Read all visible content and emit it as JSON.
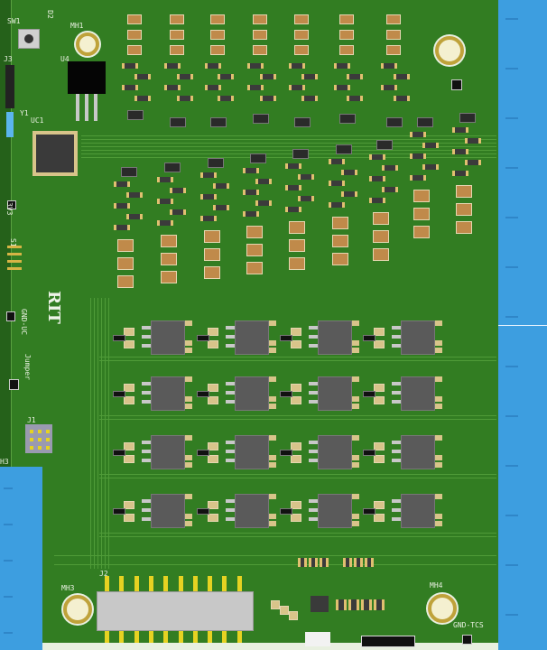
{
  "board": {
    "colors": {
      "solder_mask": "#327d22",
      "connector": "#3d9ee0",
      "pad": "#d8c48a",
      "silkscreen": "#e8f0e0"
    },
    "labels": {
      "sw1": "SW1",
      "d2": "D2",
      "mh1": "MH1",
      "u4": "U4",
      "j3": "J3",
      "y1": "Y1",
      "uc1": "UC1",
      "v3v3": "3V3",
      "s1": "S1",
      "gnd_uc": "GND-UC",
      "jumper": "Jumper",
      "j1": "J1",
      "h3": "H3",
      "logo": "RIT",
      "mh3": "MH3",
      "mh4": "MH4",
      "j2": "J2",
      "gnd_tcs": "GND-TCS"
    }
  }
}
